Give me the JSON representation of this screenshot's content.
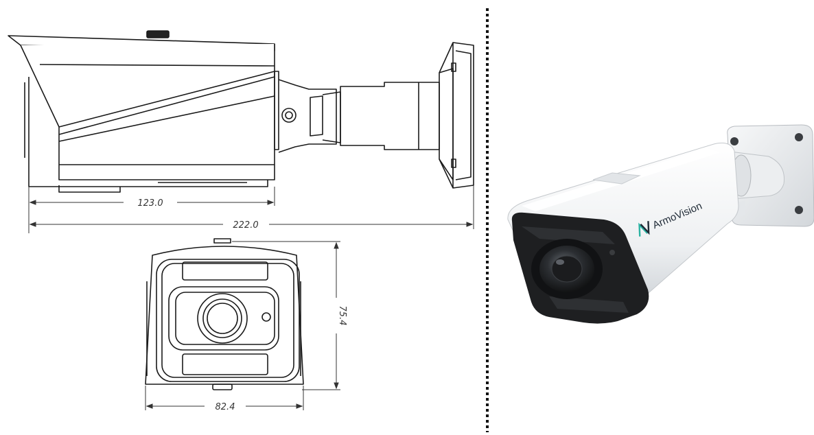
{
  "drawing": {
    "side_view": {
      "overall_length": "222.0",
      "housing_length": "123.0"
    },
    "front_view": {
      "width": "82.4",
      "height": "75.4"
    }
  },
  "product": {
    "brand": "ArmoVision"
  },
  "colors": {
    "line": "#1a1a1a",
    "body": "#f2f3f4",
    "accent": "#2bb3a3",
    "dark": "#1e1e1e"
  }
}
